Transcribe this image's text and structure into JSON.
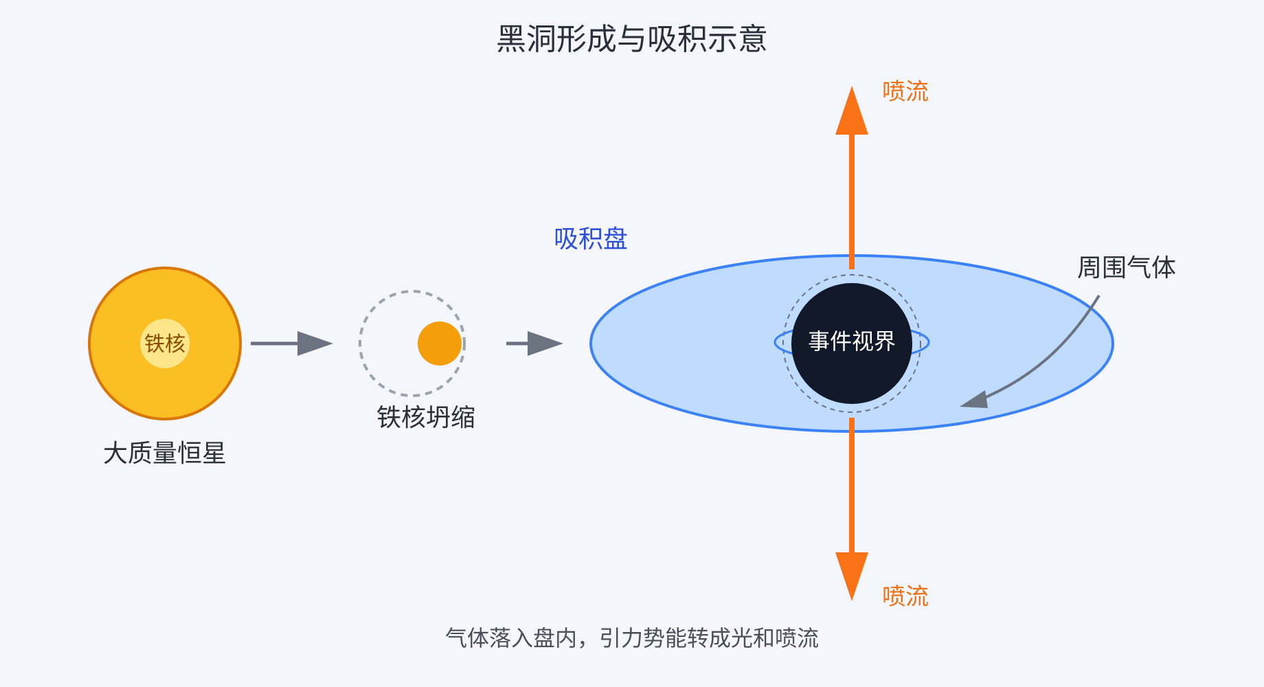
{
  "title": "黑洞形成与吸积示意",
  "stages": {
    "star_label": "大质量恒星",
    "core_label": "铁核",
    "collapse_label": "铁核坍缩",
    "disk_label": "吸积盘",
    "horizon_label": "事件视界",
    "jet_top_label": "喷流",
    "jet_bottom_label": "喷流",
    "gas_label": "周围气体"
  },
  "caption": "气体落入盘内，引力势能转成光和喷流",
  "colors": {
    "background": "#f4f6fb",
    "star_fill": "#fbbf24",
    "star_stroke": "#d97706",
    "core_fill": "#fde68a",
    "collapsed_core": "#f59e0b",
    "arrow_gray": "#6b7280",
    "disk_fill": "#bfdbfe",
    "disk_stroke": "#3b82f6",
    "black_hole": "#111827",
    "jet": "#f97316"
  }
}
